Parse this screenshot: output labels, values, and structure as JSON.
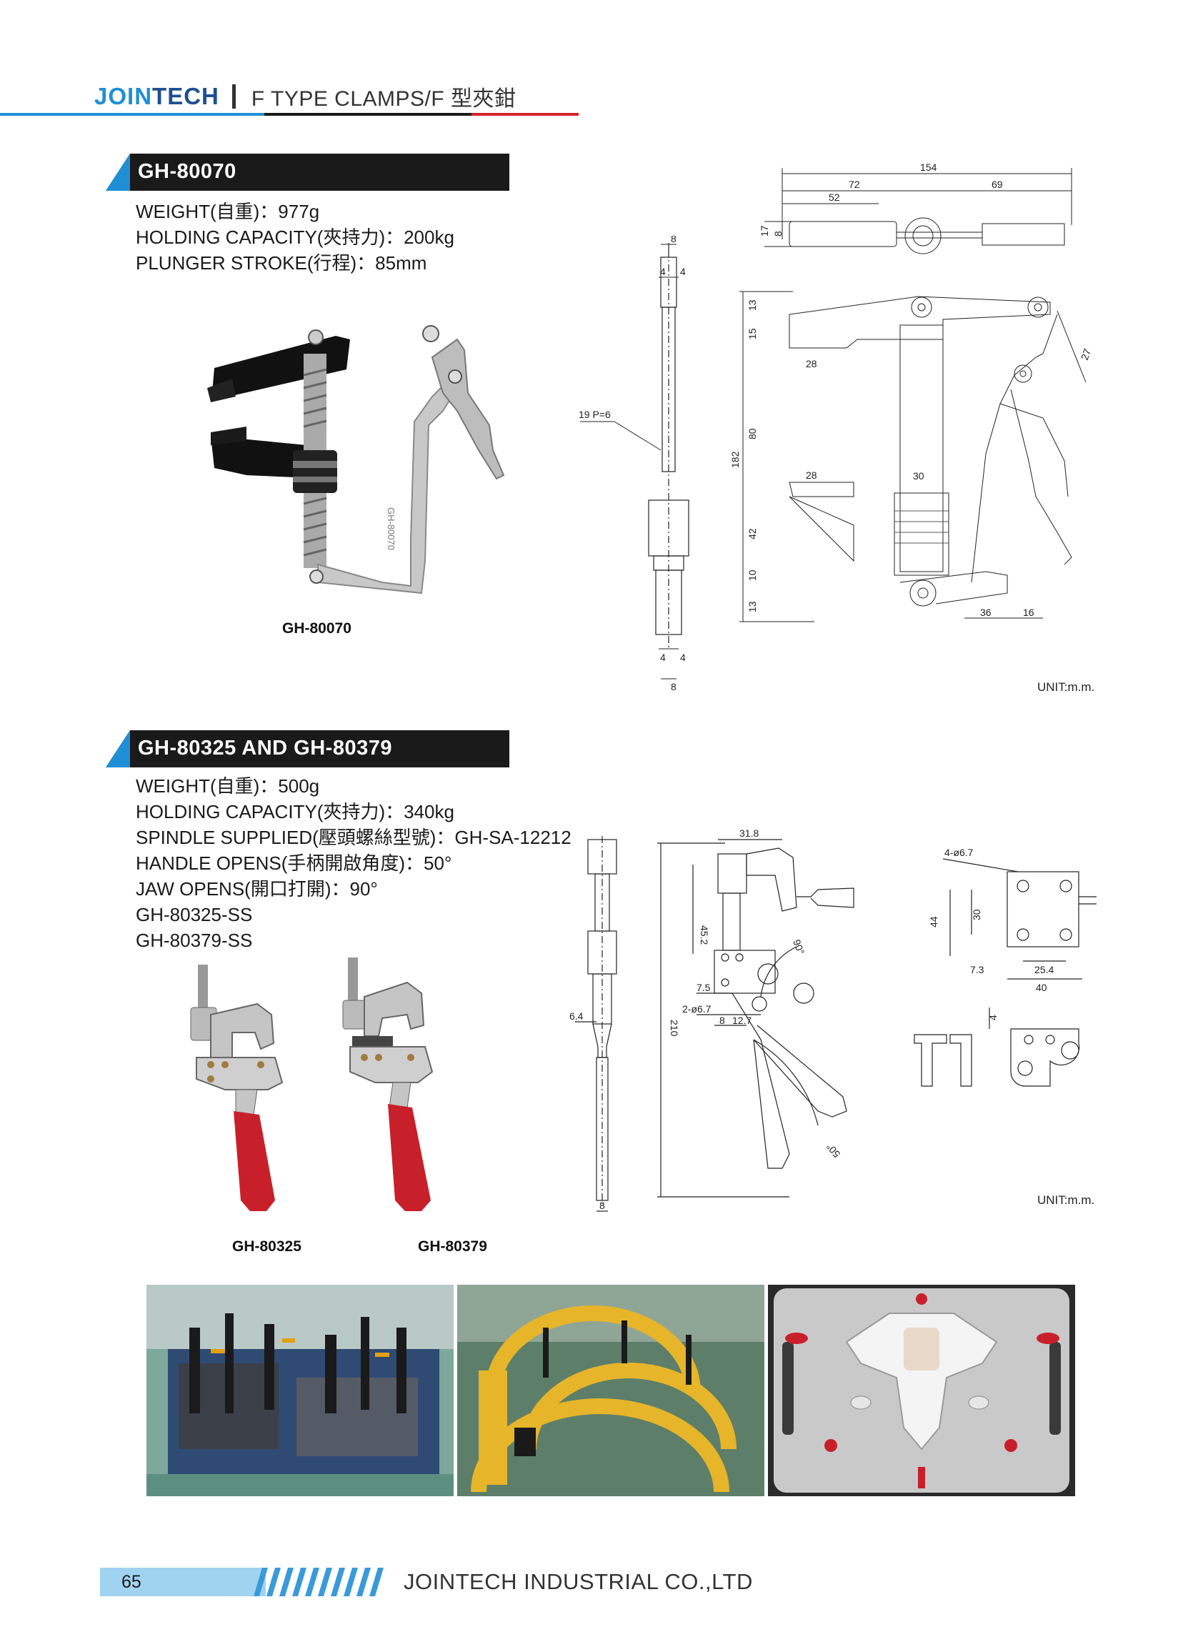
{
  "header": {
    "brand_part1": "JOIN",
    "brand_part2": "TECH",
    "title": "F TYPE CLAMPS/F 型夾鉗"
  },
  "section1": {
    "title": "GH-80070",
    "specs": [
      "WEIGHT(自重)：977g",
      "HOLDING CAPACITY(夾持力)：200kg",
      "PLUNGER STROKE(行程)：85mm"
    ],
    "photo_caption": "GH-80070",
    "photo_engraving": "GH-80070",
    "unit": "UNIT:m.m.",
    "dims_side": [
      "8",
      "4",
      "4",
      "19 P=6",
      "4",
      "4",
      "8"
    ],
    "dims_top": [
      "154",
      "72",
      "52",
      "69",
      "17",
      "8"
    ],
    "dims_front": [
      "13",
      "15",
      "28",
      "27",
      "80",
      "182",
      "28",
      "30",
      "42",
      "10",
      "13",
      "36",
      "16"
    ]
  },
  "section2": {
    "title": "GH-80325 AND GH-80379",
    "specs": [
      "WEIGHT(自重)：500g",
      "HOLDING CAPACITY(夾持力)：340kg",
      "SPINDLE SUPPLIED(壓頭螺絲型號)：GH-SA-12212",
      "HANDLE OPENS(手柄開啟角度)：50°",
      "JAW OPENS(開口打開)：90°",
      "GH-80325-SS",
      "GH-80379-SS"
    ],
    "photo_captions": [
      "GH-80325",
      "GH-80379"
    ],
    "unit": "UNIT:m.m.",
    "dims_side": [
      "6.4",
      "8"
    ],
    "dims_main": [
      "31.8",
      "45.2",
      "90°",
      "7.5",
      "2-ø6.7",
      "8",
      "12.7",
      "210",
      "50°"
    ],
    "dims_base": [
      "4-ø6.7",
      "44",
      "30",
      "7.3",
      "25.4",
      "40",
      "4"
    ]
  },
  "footer": {
    "page_number": "65",
    "company": "JOINTECH INDUSTRIAL CO.,LTD"
  },
  "colors": {
    "brand_blue": "#1e8fd5",
    "brand_navy": "#1e4f8f",
    "accent_red": "#d4232a",
    "bar_dark": "#1a1a1a",
    "footer_light_blue": "#9fd3f0",
    "handle_red": "#c8202a"
  }
}
